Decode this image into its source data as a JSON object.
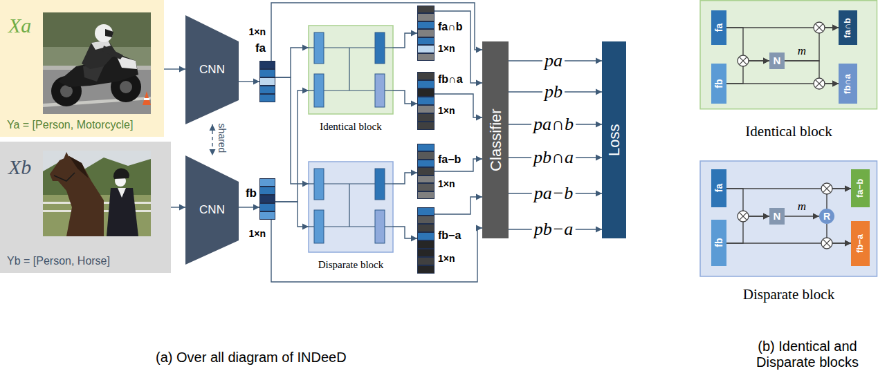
{
  "diagram": {
    "nodes": [
      {
        "text": [
          "Xa",
          "Ya = [Person, Motorcycle]"
        ]
      },
      {
        "text": [
          "Xb",
          "Yb = [Person, Horse]"
        ]
      },
      {
        "text": [
          "CNN"
        ]
      },
      {
        "text": [
          "CNN"
        ]
      },
      {
        "text": [
          "1×n",
          "fa"
        ]
      },
      {
        "text": [
          "fb",
          "1×n"
        ]
      },
      {
        "text": [
          "Identical block"
        ]
      },
      {
        "text": [
          "Disparate block"
        ]
      },
      {
        "text": [
          "fa∩b",
          "1×n"
        ]
      },
      {
        "text": [
          "fb∩a",
          "1×n"
        ]
      },
      {
        "text": [
          "fa−b",
          "1×n"
        ]
      },
      {
        "text": [
          "fb−a",
          "1×n"
        ]
      },
      {
        "text": [
          "Classifier"
        ]
      },
      {
        "text": [
          "Loss"
        ]
      },
      {
        "text": [
          "Identical block"
        ]
      },
      {
        "text": [
          "fa"
        ],
        "in": 14
      },
      {
        "text": [
          "fb"
        ],
        "in": 14
      },
      {
        "text": [
          "N"
        ],
        "in": 14
      },
      {
        "text": [
          "fa∩b"
        ],
        "in": 14
      },
      {
        "text": [
          "fb∩a"
        ],
        "in": 14
      },
      {
        "text": [
          "Disparate block"
        ]
      },
      {
        "text": [
          "fa"
        ],
        "in": 20
      },
      {
        "text": [
          "fb"
        ],
        "in": 20
      },
      {
        "text": [
          "N"
        ],
        "in": 20
      },
      {
        "text": [
          "R"
        ],
        "in": 20
      },
      {
        "text": [
          "fa−b"
        ],
        "in": 20
      },
      {
        "text": [
          "fb−a"
        ],
        "in": 20
      }
    ],
    "edges": [
      {
        "from": 0,
        "to": 2,
        "arrow": "to"
      },
      {
        "from": 1,
        "to": 3,
        "arrow": "to"
      },
      {
        "from": 2,
        "to": 3,
        "label": "shared",
        "arrow": "both"
      },
      {
        "from": 2,
        "to": 4,
        "arrow": "to"
      },
      {
        "from": 3,
        "to": 5,
        "arrow": "to"
      },
      {
        "from": 4,
        "to": 6,
        "arrow": "to"
      },
      {
        "from": 4,
        "to": 7,
        "arrow": "to"
      },
      {
        "from": 5,
        "to": 6,
        "arrow": "to"
      },
      {
        "from": 5,
        "to": 7,
        "arrow": "to"
      },
      {
        "from": 6,
        "to": 8,
        "arrow": "to"
      },
      {
        "from": 6,
        "to": 9,
        "arrow": "to"
      },
      {
        "from": 7,
        "to": 10,
        "arrow": "to"
      },
      {
        "from": 7,
        "to": 11,
        "arrow": "to"
      },
      {
        "from": 4,
        "to": 12,
        "arrow": "to"
      },
      {
        "from": 8,
        "to": 12,
        "arrow": "to"
      },
      {
        "from": 9,
        "to": 12,
        "arrow": "to"
      },
      {
        "from": 10,
        "to": 12,
        "arrow": "to"
      },
      {
        "from": 11,
        "to": 12,
        "arrow": "to"
      },
      {
        "from": 5,
        "to": 12,
        "arrow": "to"
      },
      {
        "from": 12,
        "to": 13,
        "label": "pa",
        "arrow": "to"
      },
      {
        "from": 12,
        "to": 13,
        "label": "pb",
        "arrow": "to"
      },
      {
        "from": 12,
        "to": 13,
        "label": "pa∩b",
        "arrow": "to"
      },
      {
        "from": 12,
        "to": 13,
        "label": "pb∩a",
        "arrow": "to"
      },
      {
        "from": 12,
        "to": 13,
        "label": "pa−b",
        "arrow": "to"
      },
      {
        "from": 12,
        "to": 13,
        "label": "pb−a",
        "arrow": "to"
      },
      {
        "from": 15,
        "to": 17,
        "arrow": "to"
      },
      {
        "from": 16,
        "to": 17,
        "arrow": "to"
      },
      {
        "from": 15,
        "to": 18,
        "arrow": "to"
      },
      {
        "from": 16,
        "to": 19,
        "arrow": "to"
      },
      {
        "from": 17,
        "to": 18,
        "label": "m",
        "arrow": "to"
      },
      {
        "from": 17,
        "to": 19,
        "arrow": "to"
      },
      {
        "from": 21,
        "to": 23,
        "arrow": "to"
      },
      {
        "from": 22,
        "to": 23,
        "arrow": "to"
      },
      {
        "from": 21,
        "to": 25,
        "arrow": "to"
      },
      {
        "from": 22,
        "to": 26,
        "arrow": "to"
      },
      {
        "from": 23,
        "to": 24,
        "label": "m",
        "arrow": "to"
      },
      {
        "from": 24,
        "to": 25,
        "arrow": "to"
      },
      {
        "from": 24,
        "to": 26,
        "arrow": "to"
      }
    ],
    "labels": [
      "(a) Over all diagram of INDeeD",
      "(b) Identical and Disparate blocks"
    ]
  }
}
